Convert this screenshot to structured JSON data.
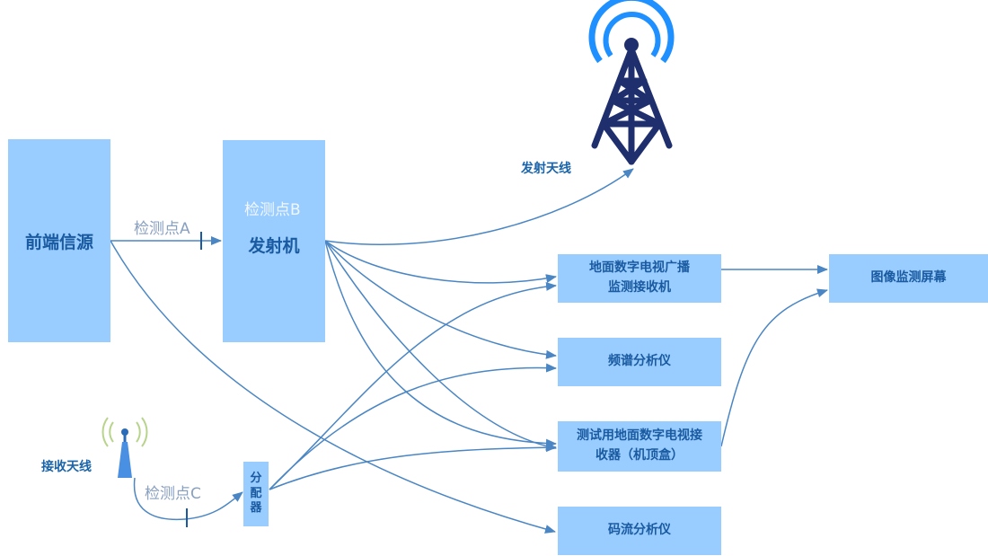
{
  "nodes": {
    "source": "前端信源",
    "transmitter": "发射机",
    "monitor_receiver_line1": "地面数字电视广播",
    "monitor_receiver_line2": "监测接收机",
    "spectrum": "频谱分析仪",
    "test_receiver_line1": "测试用地面数字电视接",
    "test_receiver_line2": "收器（机顶盒）",
    "stream": "码流分析仪",
    "screen": "图像监测屏幕",
    "splitter_chars": [
      "分",
      "配",
      "器"
    ]
  },
  "labels": {
    "point_a": "检测点A",
    "point_b": "检测点B",
    "point_c": "检测点C",
    "tx_antenna": "发射天线",
    "rx_antenna": "接收天线"
  },
  "colors": {
    "box_fill": "#99ccff",
    "line": "#4a86c4",
    "tower": "#1f2f6e",
    "signal_ring": "#1e90ff",
    "rx_antenna": "#4a90e2"
  }
}
